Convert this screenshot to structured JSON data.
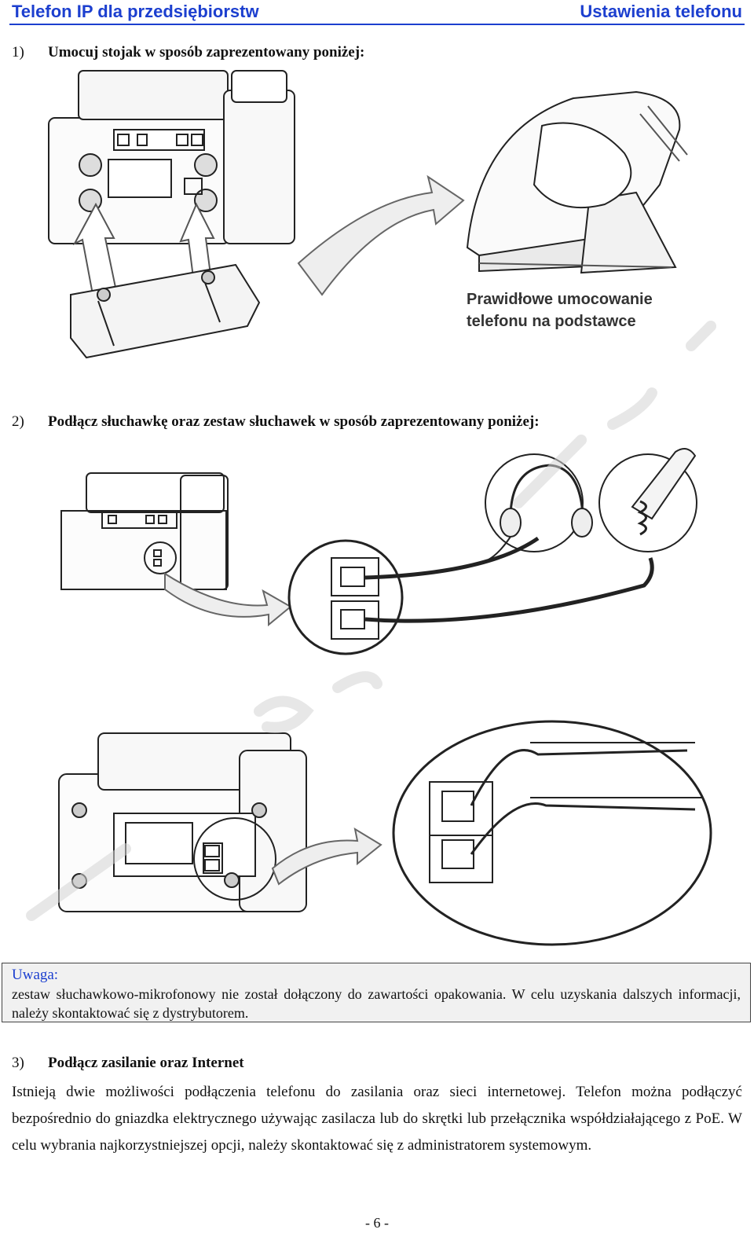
{
  "header": {
    "left_title": "Telefon IP dla przedsiębiorstw",
    "right_title": "Ustawienia telefonu"
  },
  "steps": [
    {
      "number": "1)",
      "text": "Umocuj stojak w sposób zaprezentowany poniżej:"
    },
    {
      "number": "2)",
      "text": "Podłącz słuchawkę oraz zestaw słuchawek w sposób zaprezentowany poniżej:"
    },
    {
      "number": "3)",
      "text": "Podłącz zasilanie oraz Internet"
    }
  ],
  "figure1": {
    "caption_line1": "Prawidłowe umocowanie",
    "caption_line2": "telefonu na podstawce"
  },
  "note": {
    "title": "Uwaga:",
    "text": "zestaw słuchawkowo-mikrofonowy nie został dołączony do zawartości opakowania. W celu uzyskania dalszych informacji, należy skontaktować się z dystrybutorem."
  },
  "paragraph": "Istnieją dwie możliwości podłączenia telefonu do zasilania oraz sieci internetowej. Telefon można podłączyć bezpośrednio do gniazdka elektrycznego używając zasilacza lub do skrętki lub przełącznika współdziałającego z PoE. W celu wybrania najkorzystniejszej opcji, należy skontaktować się z administratorem systemowym.",
  "footer": {
    "page_number": "- 6 -"
  },
  "colors": {
    "heading": "#1c3fcf",
    "note_background": "#f1f1f1"
  }
}
